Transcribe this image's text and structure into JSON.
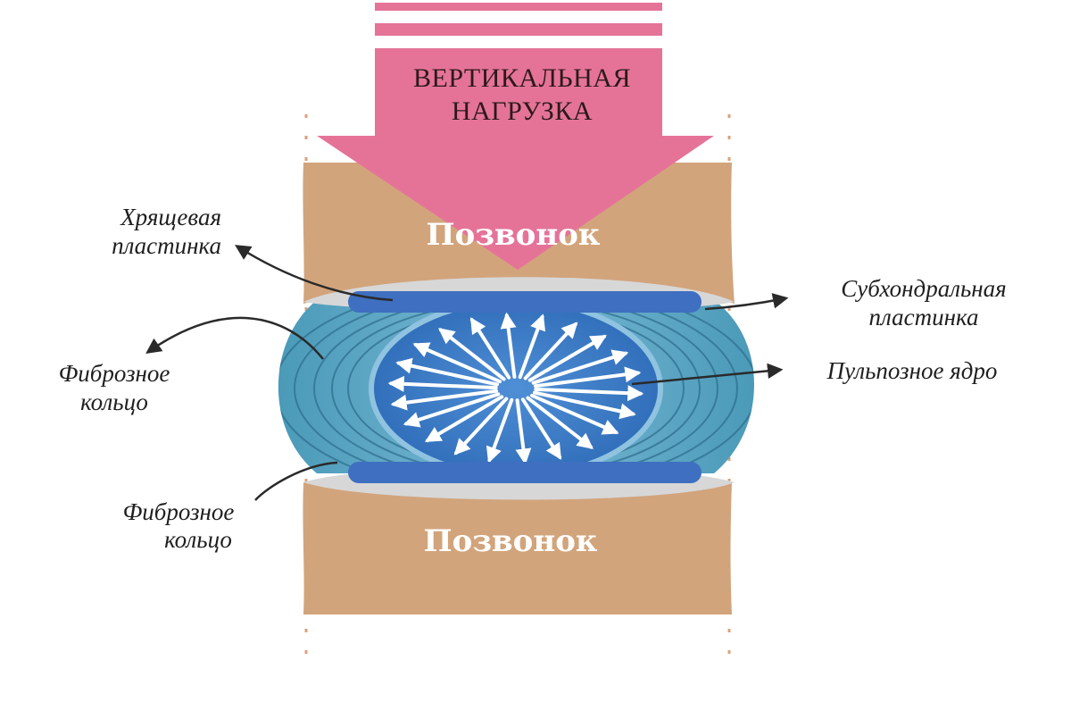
{
  "load": {
    "line1": "ВЕРТИКАЛЬНАЯ",
    "line2": "НАГРУЗКА"
  },
  "vertebra_top": "Позвонок",
  "vertebra_bottom": "Позвонок",
  "labels": {
    "cartilage_plate": {
      "line1": "Хрящевая",
      "line2": "пластинка"
    },
    "fibrous_ring_upper": {
      "line1": "Фиброзное",
      "line2": "кольцо"
    },
    "fibrous_ring_lower": {
      "line1": "Фиброзное",
      "line2": "кольцо"
    },
    "subchondral_plate": {
      "line1": "Субхондральная",
      "line2": "пластинка"
    },
    "nucleus": "Пульпозное ядро"
  },
  "colors": {
    "load_arrow": "#e57398",
    "vertebra": "#d2a47c",
    "endplate": "#d7d7d7",
    "subchondral": "#3f6fc0",
    "annulus": "#5fa8c6",
    "nucleus": "#3d7cc8",
    "pressure_arrows": "#ffffff",
    "callout_lines": "#2a2a2a"
  }
}
